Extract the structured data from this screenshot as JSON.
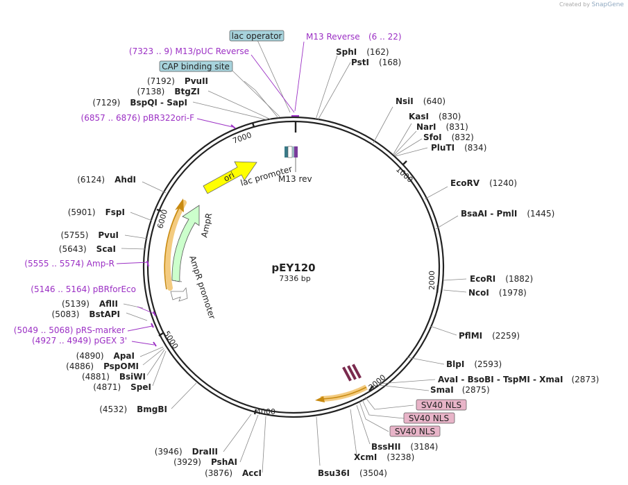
{
  "credit": {
    "prefix": "Created by",
    "brand": "SnapGene"
  },
  "plasmid": {
    "name": "pEY120",
    "size": "7336 bp",
    "total_bp": 7336
  },
  "colors": {
    "backbone": "#222222",
    "primer": "#9b2fc4",
    "ori": "#ffff00",
    "ampr": "#ccffcc",
    "highlight": "#f2c572",
    "lac_box": "#a7d3dc",
    "nls_box": "#e8b4c8",
    "nls_feature": "#7a2a4e"
  },
  "ticks": [
    "1000",
    "2000",
    "3000",
    "4000",
    "5000",
    "6000",
    "7000"
  ],
  "sites_right": [
    {
      "name": "SphI",
      "pos": "(162)"
    },
    {
      "name": "PstI",
      "pos": "(168)"
    },
    {
      "name": "NsiI",
      "pos": "(640)"
    },
    {
      "name": "KasI",
      "pos": "(830)"
    },
    {
      "name": "NarI",
      "pos": "(831)"
    },
    {
      "name": "SfoI",
      "pos": "(832)"
    },
    {
      "name": "PluTI",
      "pos": "(834)"
    },
    {
      "name": "EcoRV",
      "pos": "(1240)"
    },
    {
      "name": "BsaAI  -  PmlI",
      "pos": "(1445)"
    },
    {
      "name": "EcoRI",
      "pos": "(1882)"
    },
    {
      "name": "NcoI",
      "pos": "(1978)"
    },
    {
      "name": "PflMI",
      "pos": "(2259)"
    },
    {
      "name": "BlpI",
      "pos": "(2593)"
    },
    {
      "name": "AvaI  -  BsoBI  -  TspMI  -  XmaI",
      "pos": "(2873)"
    },
    {
      "name": "SmaI",
      "pos": "(2875)"
    }
  ],
  "sites_bottom": [
    {
      "name": "BssHII",
      "pos": "(3184)"
    },
    {
      "name": "XcmI",
      "pos": "(3238)"
    },
    {
      "name": "Bsu36I",
      "pos": "(3504)"
    }
  ],
  "sites_left": [
    {
      "pos": "(7192)",
      "name": "PvuII"
    },
    {
      "pos": "(7138)",
      "name": "BtgZI"
    },
    {
      "pos": "(7129)",
      "name": "BspQI  -  SapI"
    },
    {
      "pos": "(6124)",
      "name": "AhdI"
    },
    {
      "pos": "(5901)",
      "name": "FspI"
    },
    {
      "pos": "(5755)",
      "name": "PvuI"
    },
    {
      "pos": "(5643)",
      "name": "ScaI"
    },
    {
      "pos": "(5139)",
      "name": "AflII"
    },
    {
      "pos": "(5083)",
      "name": "BstAPI"
    },
    {
      "pos": "(4890)",
      "name": "ApaI"
    },
    {
      "pos": "(4886)",
      "name": "PspOMI"
    },
    {
      "pos": "(4881)",
      "name": "BsiWI"
    },
    {
      "pos": "(4871)",
      "name": "SpeI"
    },
    {
      "pos": "(4532)",
      "name": "BmgBI"
    },
    {
      "pos": "(3946)",
      "name": "DraIII"
    },
    {
      "pos": "(3929)",
      "name": "PshAI"
    },
    {
      "pos": "(3876)",
      "name": "AccI"
    }
  ],
  "primers": [
    {
      "label": "M13 Reverse",
      "range": "(6 .. 22)"
    },
    {
      "label": "(7323 .. 9)  M13/pUC Reverse"
    },
    {
      "label": "(6857 .. 6876)  pBR322ori-F"
    },
    {
      "label": "(5555 .. 5574)  Amp-R"
    },
    {
      "label": "(5146 .. 5164)  pBRforEco"
    },
    {
      "label": "(5049 .. 5068)  pRS-marker"
    },
    {
      "label": "(4927 .. 4949)  pGEX 3'"
    }
  ],
  "feature_boxes": {
    "lac_operator": "lac operator",
    "cap_site": "CAP binding site",
    "nls": [
      "SV40 NLS",
      "SV40 NLS",
      "SV40 NLS"
    ]
  },
  "feature_labels": {
    "ori": "ori",
    "lac_promoter": "lac promoter",
    "m13_rev": "M13 rev",
    "ampr": "AmpR",
    "ampr_promoter": "AmpR promoter"
  }
}
